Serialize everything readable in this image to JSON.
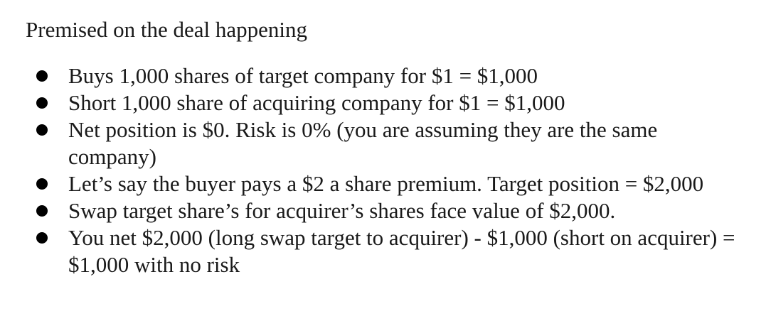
{
  "heading": "Premised on the deal happening",
  "bullets": [
    "Buys 1,000 shares of target company for $1 = $1,000",
    "Short 1,000 share of acquiring company for $1 = $1,000",
    "Net position is $0. Risk is 0% (you are assuming they are the same company)",
    "Let’s say the buyer pays a $2 a share premium. Target position = $2,000",
    "Swap target share’s for acquirer’s shares face value of $2,000.",
    "You net $2,000 (long swap target to acquirer) - $1,000 (short on acquirer) = $1,000 with no risk"
  ]
}
